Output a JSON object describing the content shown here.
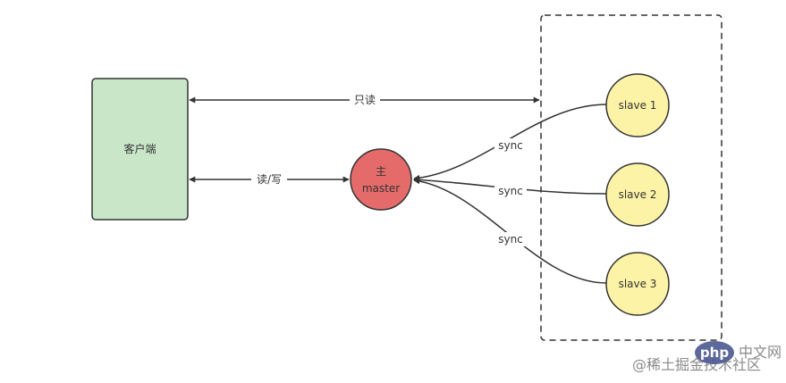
{
  "client": {
    "label": "客户端"
  },
  "master": {
    "line1": "主",
    "line2": "master"
  },
  "slaves": [
    {
      "label": "slave 1"
    },
    {
      "label": "slave 2"
    },
    {
      "label": "slave 3"
    }
  ],
  "edges": {
    "read_only": "只读",
    "read_write": "读/写",
    "sync_1": "sync",
    "sync_2": "sync",
    "sync_3": "sync"
  },
  "watermark": {
    "php_badge": "php",
    "php_site": "中文网",
    "juejin": "@稀土掘金技术社区"
  },
  "colors": {
    "client_fill": "#c9e6c9",
    "master_fill": "#e56b6b",
    "slave_fill": "#fdf3a7",
    "stroke": "#333333",
    "php_badge": "#4f5b93"
  }
}
